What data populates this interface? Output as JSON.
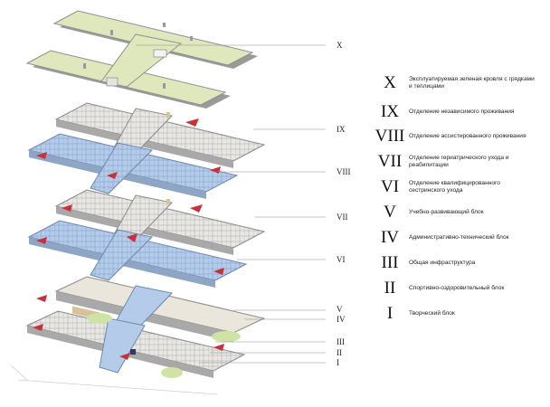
{
  "floors": [
    {
      "numeral": "X",
      "text": "Эксплуатируемая зеленая кровля с грядками и теплицами"
    },
    {
      "numeral": "IX",
      "text": "Отделение независимого проживания"
    },
    {
      "numeral": "VIII",
      "text": "Отделение ассистированного проживания"
    },
    {
      "numeral": "VII",
      "text": "Отделение гериатрического ухода и реабилитации"
    },
    {
      "numeral": "VI",
      "text": "Отделение квалифицированного сестринского ухода"
    },
    {
      "numeral": "V",
      "text": "Учебно-развивающий блок"
    },
    {
      "numeral": "IV",
      "text": "Административно-технический блок"
    },
    {
      "numeral": "III",
      "text": "Общая инфраструктура"
    },
    {
      "numeral": "II",
      "text": "Спортивно-оздоровительный блок"
    },
    {
      "numeral": "I",
      "text": "Творческий блок"
    }
  ],
  "colors": {
    "roof_green": "#dfe8bd",
    "slab_grey": "#d4d4d4",
    "wall_grey": "#9b9b9b",
    "room_blue": "#a9c4e6",
    "accent_red": "#c8303a",
    "wood": "#d9c29a",
    "lawn": "#cfe3a4"
  }
}
